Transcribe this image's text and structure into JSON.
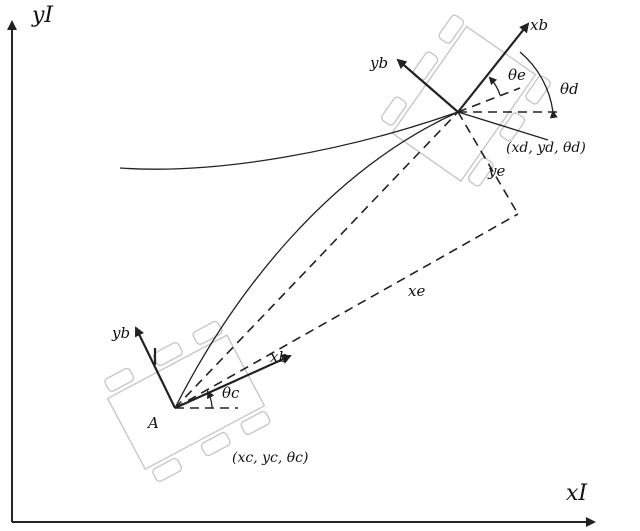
{
  "axes": {
    "y_label": "yI",
    "x_label": "xI"
  },
  "current_pose": {
    "point_label": "A",
    "xb_label": "xb",
    "yb_label": "yb",
    "theta_label": "θc",
    "pose_label": "(xc, yc, θc)"
  },
  "desired_pose": {
    "xb_label": "xb",
    "yb_label": "yb",
    "theta_e_label": "θe",
    "theta_d_label": "θd",
    "pose_label": "(xd, yd, θd)"
  },
  "errors": {
    "xe_label": "xe",
    "ye_label": "ye"
  }
}
